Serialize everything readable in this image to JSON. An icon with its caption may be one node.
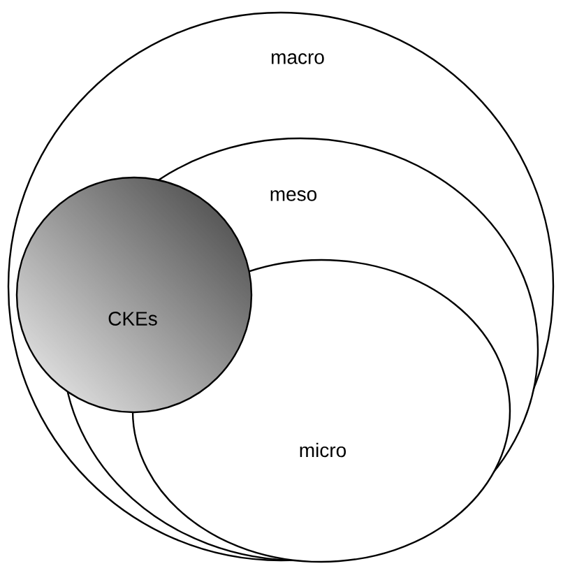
{
  "diagram": {
    "nodes": [
      {
        "text": [
          "macro"
        ]
      },
      {
        "text": [
          "meso"
        ],
        "in": 0
      },
      {
        "text": [
          "micro"
        ],
        "in": 1
      },
      {
        "text": [
          "CKEs"
        ],
        "in": 0
      }
    ]
  }
}
